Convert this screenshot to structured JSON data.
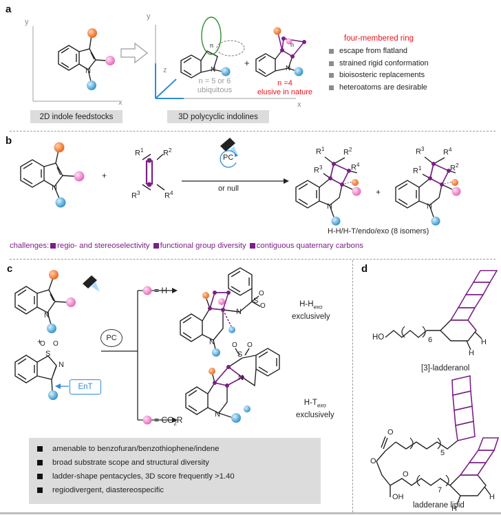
{
  "panel_a": {
    "letter": "a",
    "axis_y1": "y",
    "axis_x1": "x",
    "axis_y2": "y",
    "axis_z2": "z",
    "axis_x2": "x",
    "label_2d": "2D indole feedstocks",
    "label_3d": "3D polycyclic indolines",
    "ring_n_left": "n",
    "ring_n_right": "n",
    "n56_line1": "n = 5 or 6",
    "n56_line2": "ubiquitous",
    "n4_line1": "n =4",
    "n4_line2": "elusive in nature",
    "plus": "+",
    "atom_N": "N",
    "four_ring_title": "four-membered ring",
    "bullets": [
      "escape from flatland",
      "strained rigid conformation",
      "bioisosteric replacements",
      "heteroatoms are desirable"
    ]
  },
  "panel_b": {
    "letter": "b",
    "plus1": "+",
    "plus2": "+",
    "pc": "PC",
    "or_null": "or null",
    "r1": "R",
    "r2": "R",
    "r3": "R",
    "r4": "R",
    "sub1": "1",
    "sub2": "2",
    "sub3": "3",
    "sub4": "4",
    "atom_N": "N",
    "isomers": "H-H/H-T/endo/exo (8 isomers)",
    "challenges_label": "challenges:",
    "challenges": [
      "regio- and stereoselectivity",
      "functional group diversity",
      "contiguous quaternary carbons"
    ]
  },
  "panel_c": {
    "letter": "c",
    "plus": "+",
    "pc": "PC",
    "ent": "EnT",
    "eq_h": "= H",
    "eq_co2r": "= CO",
    "eq_co2r_sub": "2",
    "eq_co2r_tail": "R",
    "hh_main": "H-H",
    "hh_sub": "exo",
    "hh_tail": "exclusively",
    "ht_main": "H-T",
    "ht_sub": "exo",
    "ht_tail": "exclusively",
    "atom_N": "N",
    "atom_S": "S",
    "atom_O": "O",
    "features": [
      "amenable to benzofuran/benzothiophene/indene",
      "broad substrate scope and structural diversity",
      "ladder-shape pentacycles, 3D score frequently >1.40",
      "regiodivergent, diastereospecific"
    ]
  },
  "panel_d": {
    "letter": "d",
    "ho": "HO",
    "six": "6",
    "h": "H",
    "ladderanol": "[3]-ladderanol",
    "o": "O",
    "five": "5",
    "seven": "7",
    "oh": "OH",
    "ladderane_lipid": "ladderane lipid"
  },
  "colors": {
    "orange": "#f07a2a",
    "pink": "#ee82c8",
    "blue": "#3ea6d8",
    "purple": "#7b1f86",
    "green": "#2e8b2e",
    "red": "#e8141b",
    "axis_blue": "#2e8bd8"
  }
}
